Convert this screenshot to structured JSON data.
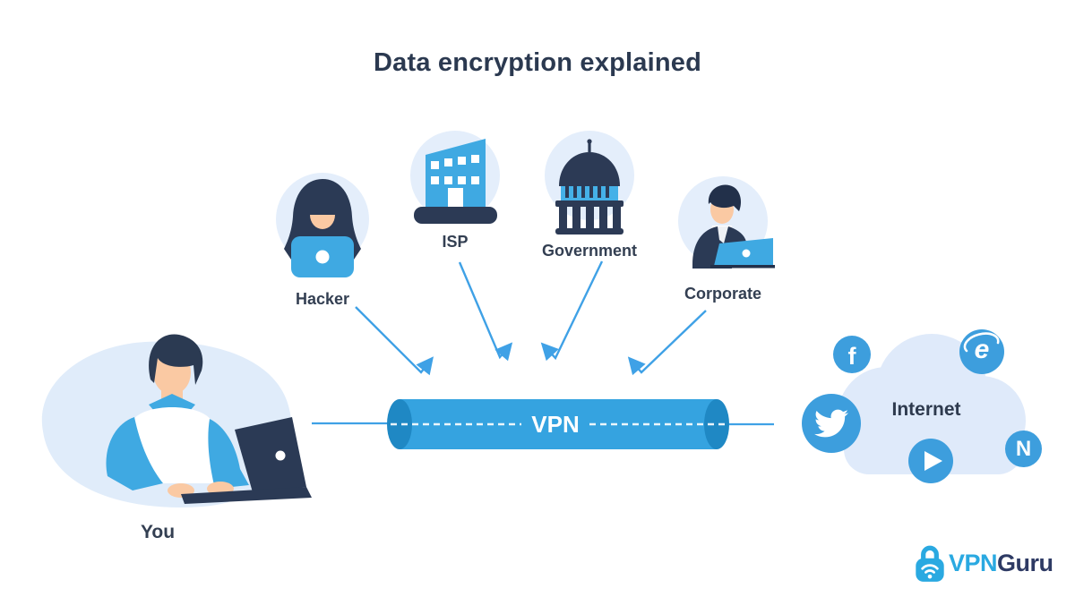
{
  "title": "Data encryption explained",
  "threats": [
    {
      "id": "hacker",
      "label": "Hacker"
    },
    {
      "id": "isp",
      "label": "ISP"
    },
    {
      "id": "government",
      "label": "Government"
    },
    {
      "id": "corporate",
      "label": "Corporate"
    }
  ],
  "user": {
    "label": "You"
  },
  "tunnel": {
    "label": "VPN"
  },
  "internet": {
    "label": "Internet",
    "services": [
      {
        "name": "facebook",
        "glyph": "f"
      },
      {
        "name": "internet-explorer",
        "glyph": "e"
      },
      {
        "name": "twitter"
      },
      {
        "name": "video-play"
      },
      {
        "name": "netflix",
        "glyph": "N"
      }
    ]
  },
  "logo": {
    "vpn": "VPN",
    "guru": "Guru"
  },
  "colors": {
    "title_navy": "#2b3950",
    "label_navy": "#333f52",
    "accent_blue": "#3fa9e2",
    "dark_navy": "#2c3a55",
    "icon_circle_bg": "#e4eefb",
    "cloud_bg": "#dfeafa",
    "social_circle_blue": "#3d9edd",
    "arrow_blue": "#3fa1e6",
    "tunnel_body": "#35a3e0",
    "tunnel_end": "#1f88c4",
    "logo_blue": "#2aa9e1",
    "logo_navy": "#2e3a64",
    "skin": "#fac9a3"
  }
}
